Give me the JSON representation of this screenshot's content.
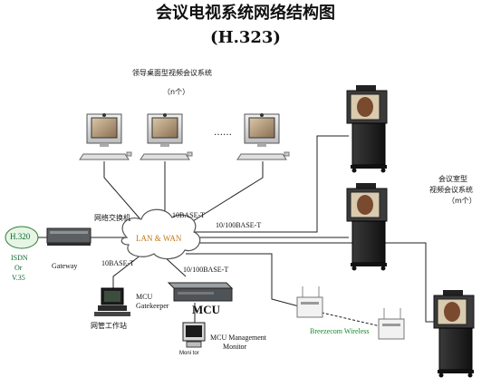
{
  "title": "会议电视系统网络结构图",
  "subtitle": "(H.323)",
  "desktop_group": {
    "title": "领导桌面型视频会议系统",
    "count": "（n个）",
    "ellipsis": "……"
  },
  "room_group": {
    "line1": "会议室型",
    "line2": "视频会议系统",
    "count": "（m个）"
  },
  "cloud_label": "LAN & WAN",
  "switch_label": "网络交换机",
  "h320": {
    "label": "H.320",
    "line1": "ISDN",
    "line2": "Or",
    "line3": "V.35"
  },
  "gateway_label": "Gateway",
  "links": {
    "top_10base": "10BASE-T",
    "right_10_100": "10/100BASE-T",
    "left_10base": "10BASE-T",
    "mcu_10_100": "10/100BASE-T"
  },
  "gatekeeper": {
    "line1": "MCU",
    "line2": "Gatekeeper",
    "station": "网管工作站"
  },
  "mcu_label": "MCU",
  "mgmt": {
    "line1": "MCU Management",
    "line2": "Monitor",
    "monitor_word": "Moni tor"
  },
  "wireless_label": "Breezecom Wireless",
  "colors": {
    "cloud_text": "#c47a1a",
    "h320_text": "#0a6b2e",
    "wireless_text": "#108a2a"
  }
}
